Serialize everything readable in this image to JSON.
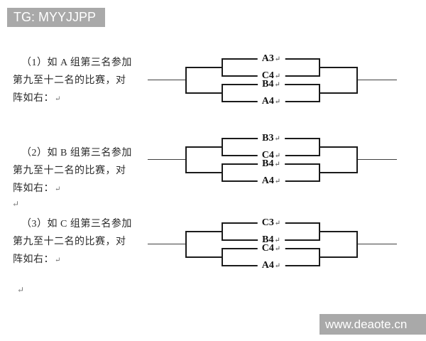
{
  "watermarks": {
    "top": {
      "text": "TG: MYYJJPP"
    },
    "bottom": {
      "text": "www.deaote.cn"
    }
  },
  "pilcrow": "↵",
  "colors": {
    "watermark_bg": "#a9a9a9",
    "watermark_text": "#ffffff",
    "bracket_line": "#1b1b1b",
    "body_text": "#2a2a2a",
    "page_bg": "#ffffff"
  },
  "sections": [
    {
      "text_lines": [
        "（1）如 A 组第三名参加",
        "第九至十二名的比赛，对",
        "阵如右："
      ],
      "bracket_labels": [
        "A3",
        "C4",
        "B4",
        "A4"
      ]
    },
    {
      "text_lines": [
        "（2）如 B 组第三名参加",
        "第九至十二名的比赛，对",
        "阵如右："
      ],
      "bracket_labels": [
        "B3",
        "C4",
        "B4",
        "A4"
      ]
    },
    {
      "text_lines": [
        "（3）如 C 组第三名参加",
        "第九至十二名的比赛，对",
        "阵如右："
      ],
      "bracket_labels": [
        "C3",
        "B4",
        "C4",
        "A4"
      ]
    }
  ]
}
